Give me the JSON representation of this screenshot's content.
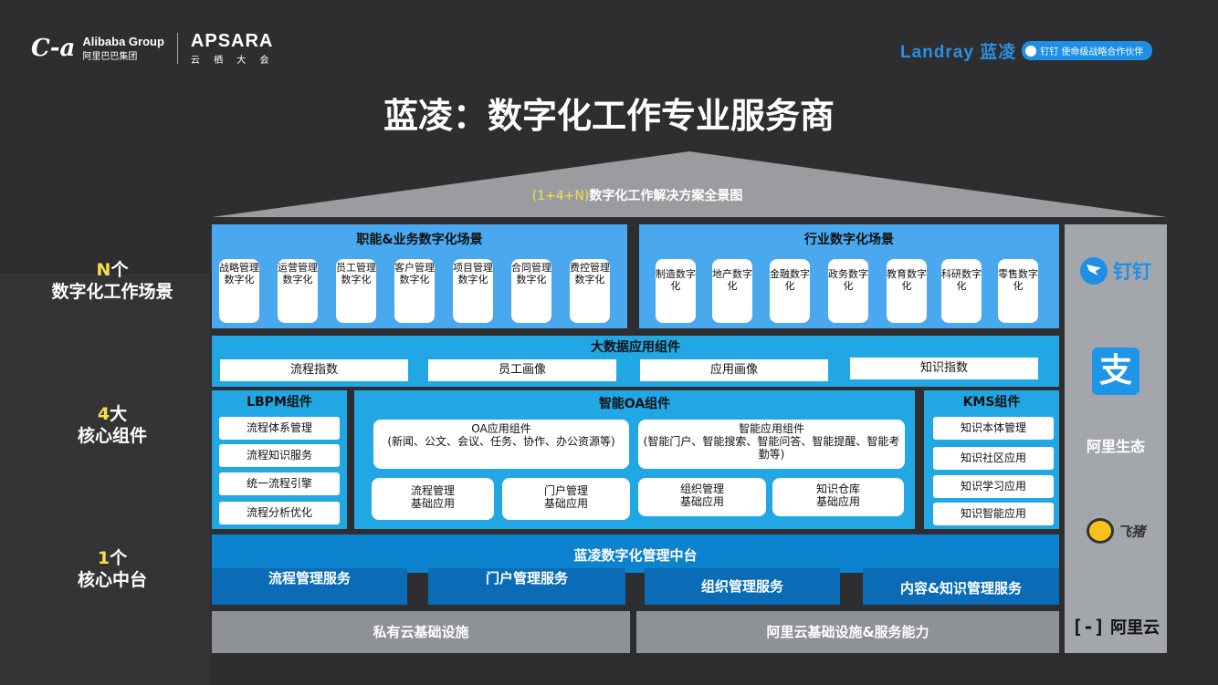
{
  "header": {
    "alibaba_brand": "Alibaba Group",
    "alibaba_cn": "阿里巴巴集团",
    "apsara": "APSARA",
    "apsara_cn": "云 栖 大 会",
    "landray_brand": "Landray 蓝凌",
    "dingtalk_badge": "钉钉 使命级战略合作伙伴"
  },
  "title": "蓝凌：数字化工作专业服务商",
  "roof": {
    "prefix": "(1+4+N)",
    "text": "数字化工作解决方案全景图"
  },
  "left_labels": [
    {
      "num": "N",
      "unit": "个",
      "desc": "数字化工作场景"
    },
    {
      "num": "4",
      "unit": "大",
      "desc": "核心组件"
    },
    {
      "num": "1",
      "unit": "个",
      "desc": "核心中台"
    }
  ],
  "scenes_business": {
    "title": "职能&业务数字化场景",
    "items": [
      "战略管理数字化",
      "运营管理数字化",
      "员工管理数字化",
      "客户管理数字化",
      "项目管理数字化",
      "合同管理数字化",
      "费控管理数字化"
    ]
  },
  "scenes_industry": {
    "title": "行业数字化场景",
    "items": [
      "制造数字化",
      "地产数字化",
      "金融数字化",
      "政务数字化",
      "教育数字化",
      "科研数字化",
      "零售数字化"
    ]
  },
  "bigdata": {
    "title": "大数据应用组件",
    "items": [
      "流程指数",
      "员工画像",
      "应用画像",
      "知识指数"
    ]
  },
  "lbpm": {
    "title": "LBPM组件",
    "items": [
      "流程体系管理",
      "流程知识服务",
      "统一流程引擎",
      "流程分析优化"
    ]
  },
  "oa": {
    "title": "智能OA组件",
    "app_title": "OA应用组件",
    "app_desc": "(新闻、公文、会议、任务、协作、办公资源等)",
    "smart_title": "智能应用组件",
    "smart_desc": "(智能门户、智能搜索、智能问答、智能提醒、智能考勤等)",
    "basics": [
      "流程管理\n基础应用",
      "门户管理\n基础应用",
      "组织管理\n基础应用",
      "知识仓库\n基础应用"
    ]
  },
  "kms": {
    "title": "KMS组件",
    "items": [
      "知识本体管理",
      "知识社区应用",
      "知识学习应用",
      "知识智能应用"
    ]
  },
  "platform": {
    "title": "蓝凌数字化管理中台",
    "services": [
      "流程管理服务",
      "门户管理服务",
      "组织管理服务",
      "内容&知识管理服务"
    ]
  },
  "infra": {
    "private": "私有云基础设施",
    "aliyun": "阿里云基础设施&服务能力"
  },
  "ecosystem": {
    "dingtalk": "钉钉",
    "alipay_icon": "alipay-icon",
    "title": "阿里生态",
    "fliggy": "飞猪",
    "aliyun": "阿里云"
  },
  "colors": {
    "bg": "#2e2e30",
    "light_blue": "#4aa8ef",
    "cyan": "#22a7e5",
    "mid_blue": "#0d82cf",
    "dark_blue": "#0a6cb7",
    "gray": "#8e9196",
    "accent_yellow": "#f5e04a"
  }
}
